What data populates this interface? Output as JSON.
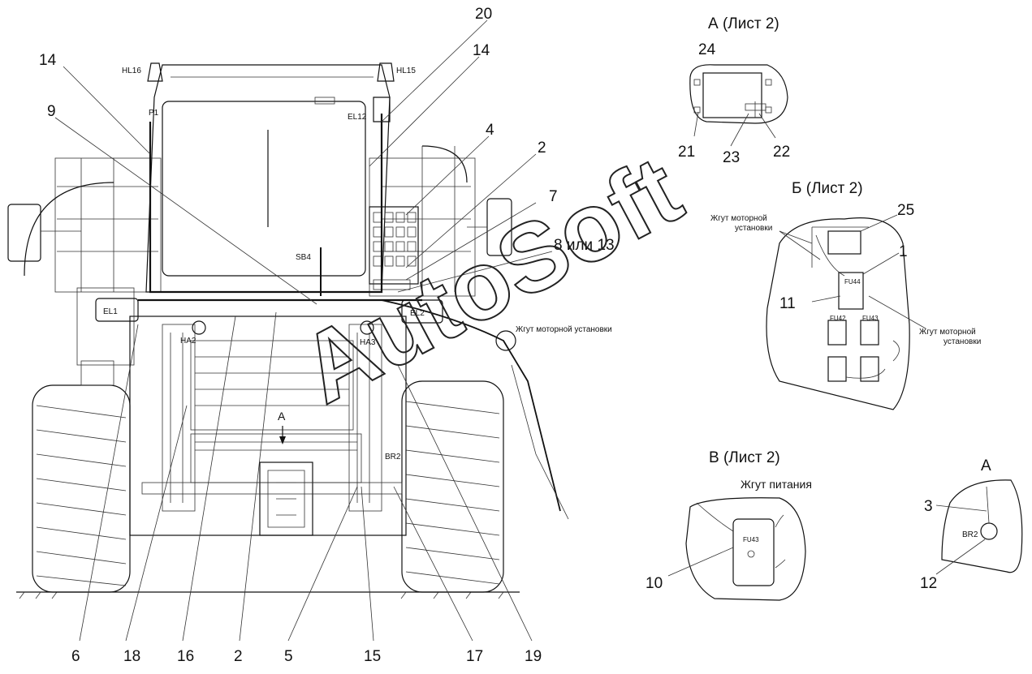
{
  "callouts": {
    "c14a": "14",
    "c9": "9",
    "c20": "20",
    "c14b": "14",
    "c4": "4",
    "c2top": "2",
    "c7": "7",
    "c8": "8 или 13",
    "c6": "6",
    "c18": "18",
    "c16": "16",
    "c2bot": "2",
    "c5": "5",
    "c15": "15",
    "c17": "17",
    "c19": "19"
  },
  "labels": {
    "hl16": "HL16",
    "hl15": "HL15",
    "p1": "P1",
    "el12": "EL12",
    "sb4": "SB4",
    "el1": "EL1",
    "el2": "EL2",
    "ha2": "HA2",
    "ha3": "HA3",
    "arrow_a": "А",
    "br2": "BR2",
    "harness_engine": "Жгут моторной установки"
  },
  "views": {
    "a": {
      "title": "А (Лист 2)",
      "n24": "24",
      "n21": "21",
      "n23": "23",
      "n22": "22"
    },
    "b": {
      "title": "Б (Лист 2)",
      "harness1_l1": "Жгут моторной",
      "harness1_l2": "установки",
      "n25": "25",
      "n1": "1",
      "n11": "11",
      "fu44": "FU44",
      "fu42": "FU42",
      "fu43": "FU43",
      "harness2_l1": "Жгут моторной",
      "harness2_l2": "установки"
    },
    "v": {
      "title": "В (Лист 2)",
      "harness": "Жгут питания",
      "fu43": "FU43",
      "n10": "10"
    },
    "a2": {
      "title": "А",
      "n3": "3",
      "n12": "12",
      "br2": "BR2"
    }
  },
  "watermark": "AutoSoft"
}
